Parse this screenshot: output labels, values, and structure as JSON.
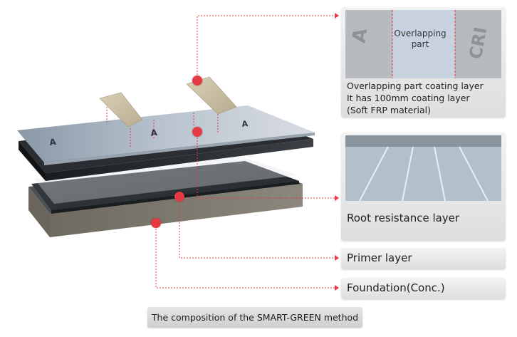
{
  "layers": [
    {
      "lines": [
        "Overlapping part coating layer",
        "It has 100mm coating layer",
        "(Soft FRP material)"
      ]
    },
    {
      "lines": [
        "Root resistance layer"
      ]
    },
    {
      "lines": [
        "Primer layer"
      ]
    },
    {
      "lines": [
        "Foundation(Conc.)"
      ]
    }
  ],
  "photo_overlap_label": [
    "Overlapping",
    "part"
  ],
  "caption": "The composition of the SMART-GREEN method",
  "colors": {
    "accent": "#e53a43",
    "panel": "#e6e6e6"
  }
}
